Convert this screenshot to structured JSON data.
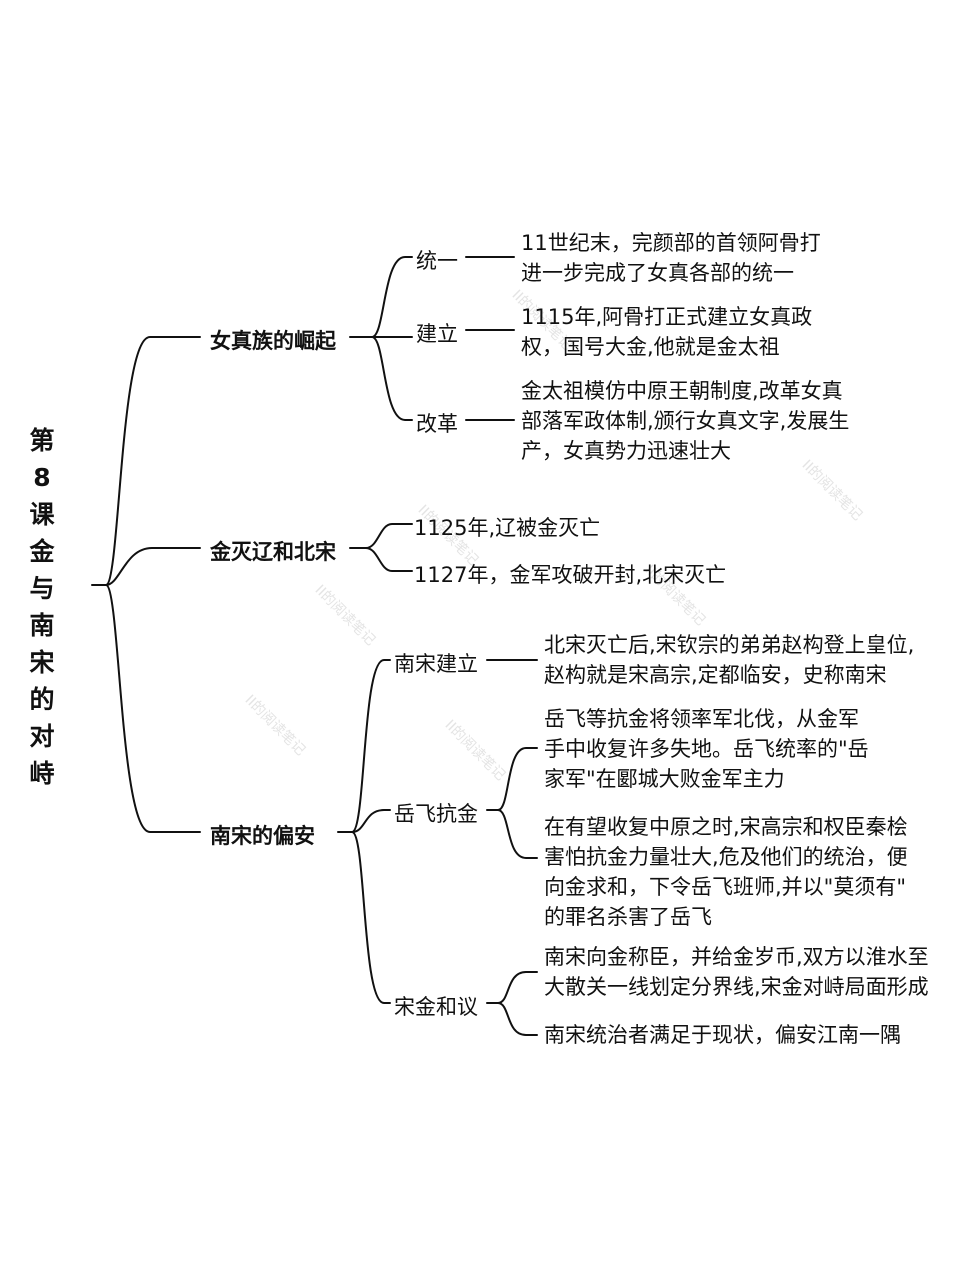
{
  "title": "第8课金与南宋的对峙",
  "branches": [
    {
      "label": "女真族的崛起",
      "children": [
        {
          "label": "统一",
          "details": [
            "11世纪末，完颜部的首领阿骨打\n进一步完成了女真各部的统一"
          ]
        },
        {
          "label": "建立",
          "details": [
            "1115年,阿骨打正式建立女真政\n权，国号大金,他就是金太祖"
          ]
        },
        {
          "label": "改革",
          "details": [
            "金太祖模仿中原王朝制度,改革女真\n部落军政体制,颁行女真文字,发展生\n产，女真势力迅速壮大"
          ]
        }
      ]
    },
    {
      "label": "金灭辽和北宋",
      "items": [
        "1125年,辽被金灭亡",
        "1127年，金军攻破开封,北宋灭亡"
      ]
    },
    {
      "label": "南宋的偏安",
      "children": [
        {
          "label": "南宋建立",
          "details": [
            "北宋灭亡后,宋钦宗的弟弟赵构登上皇位,\n赵构就是宋高宗,定都临安，史称南宋"
          ]
        },
        {
          "label": "岳飞抗金",
          "details": [
            "岳飞等抗金将领率军北伐，从金军\n手中收复许多失地。岳飞统率的\"岳\n家军\"在郾城大败金军主力",
            "在有望收复中原之时,宋高宗和权臣秦桧\n害怕抗金力量壮大,危及他们的统治，便\n向金求和，下令岳飞班师,并以\"莫须有\"\n的罪名杀害了岳飞"
          ]
        },
        {
          "label": "宋金和议",
          "details": [
            "南宋向金称臣，并给金岁币,双方以淮水至\n大散关一线划定分界线,宋金对峙局面形成",
            "南宋统治者满足于现状，偏安江南一隅"
          ]
        }
      ]
    }
  ],
  "watermark": "II的阅读笔记"
}
